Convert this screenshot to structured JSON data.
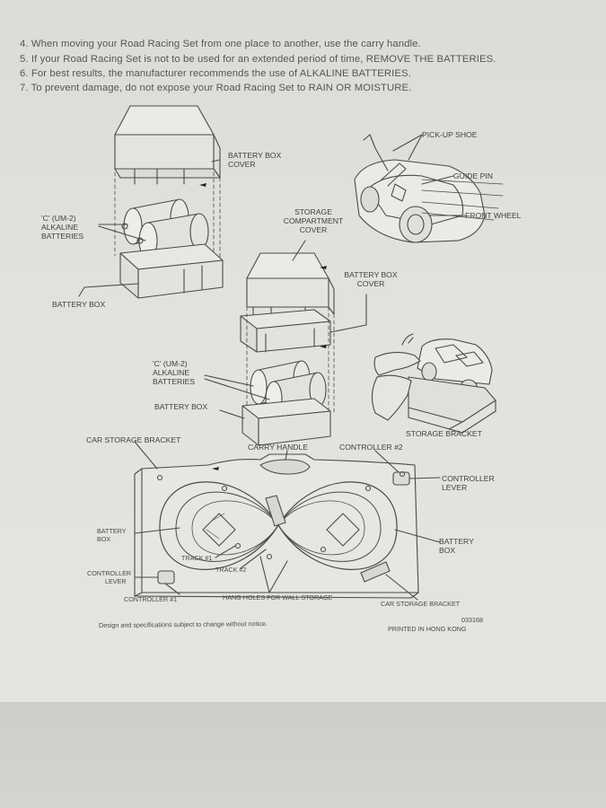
{
  "instructions": [
    "4. When moving your Road Racing Set from one place to another, use the carry handle.",
    "5. If your Road Racing Set is not to be used for an extended period of time, REMOVE THE BATTERIES.",
    "6. For best results, the manufacturer recommends the use of ALKALINE BATTERIES.",
    "7. To prevent damage, do not expose your Road Racing Set to RAIN OR MOISTURE."
  ],
  "battery_box_1": {
    "cover_label": [
      "BATTERY BOX",
      "COVER"
    ],
    "batteries_label": [
      "'C' (UM-2)",
      "ALKALINE",
      "BATTERIES"
    ],
    "box_label": "BATTERY BOX"
  },
  "car_parts": {
    "pickup_shoe": "PICK-UP SHOE",
    "guide_pin": "GUIDE PIN",
    "front_wheel": "FRONT WHEEL"
  },
  "battery_box_2": {
    "storage_label": [
      "STORAGE",
      "COMPARTMENT",
      "COVER"
    ],
    "cover_label": [
      "BATTERY BOX",
      "COVER"
    ],
    "batteries_label": [
      "'C' (UM-2)",
      "ALKALINE",
      "BATTERIES"
    ],
    "box_label": "BATTERY BOX"
  },
  "storage_bracket": "STORAGE BRACKET",
  "track_layout": {
    "car_storage_bracket_top": "CAR STORAGE BRACKET",
    "carry_handle": "CARRY HANDLE",
    "controller_2": "CONTROLLER #2",
    "controller_lever_right": [
      "CONTROLLER",
      "LEVER"
    ],
    "battery_box_left": [
      "BATTERY",
      "BOX"
    ],
    "battery_box_right": [
      "BATTERY",
      "BOX"
    ],
    "track_1": "TRACK #1",
    "track_2": "TRACK #2",
    "controller_lever_left": [
      "CONTROLLER",
      "LEVER"
    ],
    "controller_1": "CONTROLLER #1",
    "hang_holes": "HANG HOLES FOR WALL STORAGE",
    "car_storage_bracket_bottom": "CAR STORAGE BRACKET"
  },
  "footer": {
    "disclaimer": "Design and specifications subject to change without notice.",
    "code": "033168",
    "printed": "PRINTED IN HONG KONG"
  }
}
